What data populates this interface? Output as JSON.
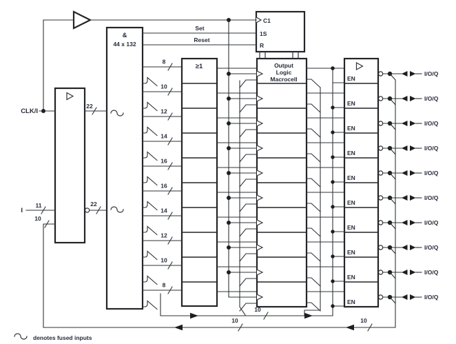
{
  "labels": {
    "clk": "CLK/I",
    "input": "I",
    "bus_in": "11",
    "bus_fb_in": "10",
    "bus_true": "22",
    "bus_comp": "22",
    "set": "Set",
    "reset": "Reset",
    "ff": {
      "c1": "C1",
      "s": "1S",
      "r": "R"
    },
    "and_gate": "&",
    "and_size": "44 x 132",
    "or_gate": "≥1",
    "macrocell_line1": "Output",
    "macrocell_line2": "Logic",
    "macrocell_line3": "Macrocell",
    "fb_macro": "10",
    "fb_io_right": "10",
    "fb_io_left": "10",
    "legend": "denotes fused inputs"
  },
  "rows": [
    {
      "count": "8",
      "en": "EN",
      "io": "I/O/Q"
    },
    {
      "count": "10",
      "en": "EN",
      "io": "I/O/Q"
    },
    {
      "count": "12",
      "en": "EN",
      "io": "I/O/Q"
    },
    {
      "count": "14",
      "en": "EN",
      "io": "I/O/Q"
    },
    {
      "count": "16",
      "en": "EN",
      "io": "I/O/Q"
    },
    {
      "count": "16",
      "en": "EN",
      "io": "I/O/Q"
    },
    {
      "count": "14",
      "en": "EN",
      "io": "I/O/Q"
    },
    {
      "count": "12",
      "en": "EN",
      "io": "I/O/Q"
    },
    {
      "count": "10",
      "en": "EN",
      "io": "I/O/Q"
    },
    {
      "count": "8",
      "en": "EN",
      "io": "I/O/Q"
    }
  ],
  "colors": {
    "line": "#2f3135",
    "text": "#262b38",
    "background": "#ffffff"
  }
}
